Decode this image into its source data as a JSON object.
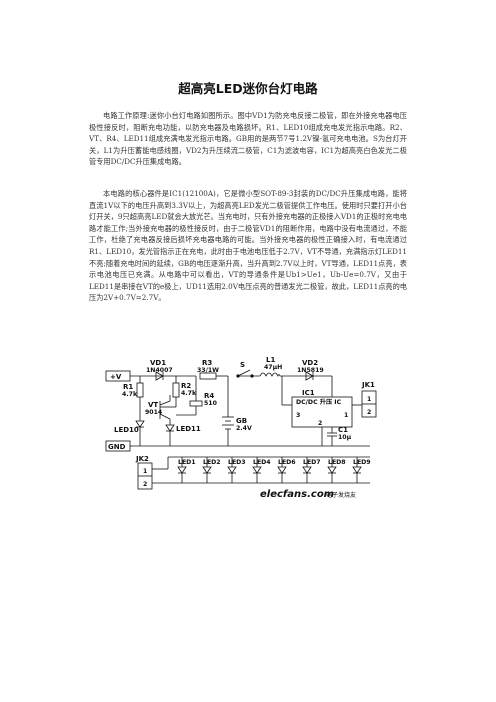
{
  "document": {
    "title": "超高亮LED迷你台灯电路",
    "para1": "电路工作原理:迷你小台灯电路如图所示。图中VD1为防充电反接二极管，即在外接充电器电压极性接反时，阻断充电功能，以防充电器及电路损坏。R1、LED10组成充电发光指示电路。R2、VT、R4、LED11组成充满电发光指示电路。GB用的是两节7号1.2V镍-氢可充电电池。S为台灯开关，L1为升压蓄能电感线圈，VD2为升压续流二极管，C1为滤波电容，IC1为超高亮白色发光二极管专用DC/DC升压集成电路。",
    "para2": "本电路的核心器件是IC1(12100A)，它是微小型SOT-89-3封装的DC/DC升压集成电路，能将直流1V以下的电压升高到3.3V以上，为超高亮LED发光二极管提供工作电压。使用时只要打开小台灯开关，9只超高亮LED就会大放光芒。当充电时，只有外接充电器的正极接入VD1的正极时充电电路才能工作;当外接充电器的极性接反时，由于二极管VD1的阻断作用，电路中没有电流通过，不能工作，杜绝了充电器反接后损坏充电器电路的可能。当外接充电器的极性正确接入时，有电流通过R1、LED10，发光管指示正在充电，此时由于电池电压低于2.7V，VT不导通，充满指示灯LED11不亮;随着充电时间的延续，GB的电压逐渐升高，当升高到2.7V以上时，VT导通，LED11点亮，表示电池电压已充满。从电路中可以看出，VT的导通条件是Ub1>Ue1，Ub-Ue=0.7V，又由于LED11是串接在VT的e极上，UD11选用2.0V电压点亮的普通发光二极管，故此，LED11点亮的电压为2V+0.7V=2.7V。"
  },
  "schematic": {
    "vplus": "+V",
    "gnd": "GND",
    "vd1": "VD1",
    "vd1_part": "1N4007",
    "r3": "R3",
    "r3_val": "33/1W",
    "s": "S",
    "l1": "L1",
    "l1_val": "47μH",
    "vd2": "VD2",
    "vd2_part": "1N5819",
    "r1": "R1",
    "r1_val": "4.7k",
    "r2": "R2",
    "r2_val": "4.7k",
    "vt": "VT",
    "vt_part": "9014",
    "r4": "R4",
    "r4_val": "510",
    "ic1": "IC1",
    "ic1_desc": "DC/DC 升压 IC",
    "pin3": "3",
    "pin1": "1",
    "pin2": "2",
    "jk1": "JK1",
    "jk1_p1": "1",
    "jk1_p2": "2",
    "c1": "C1",
    "c1_val": "10μ",
    "led10": "LED10",
    "led11": "LED11",
    "gb": "GB",
    "gb_val": "2.4V",
    "jk2": "JK2",
    "jk2_p1": "1",
    "jk2_p2": "2",
    "leds": [
      "LED1",
      "LED2",
      "LED3",
      "LED4",
      "LED6",
      "LED7",
      "LED8",
      "LED9"
    ],
    "watermark": "elecfans.com",
    "watermark_cn": "电子发烧友"
  }
}
